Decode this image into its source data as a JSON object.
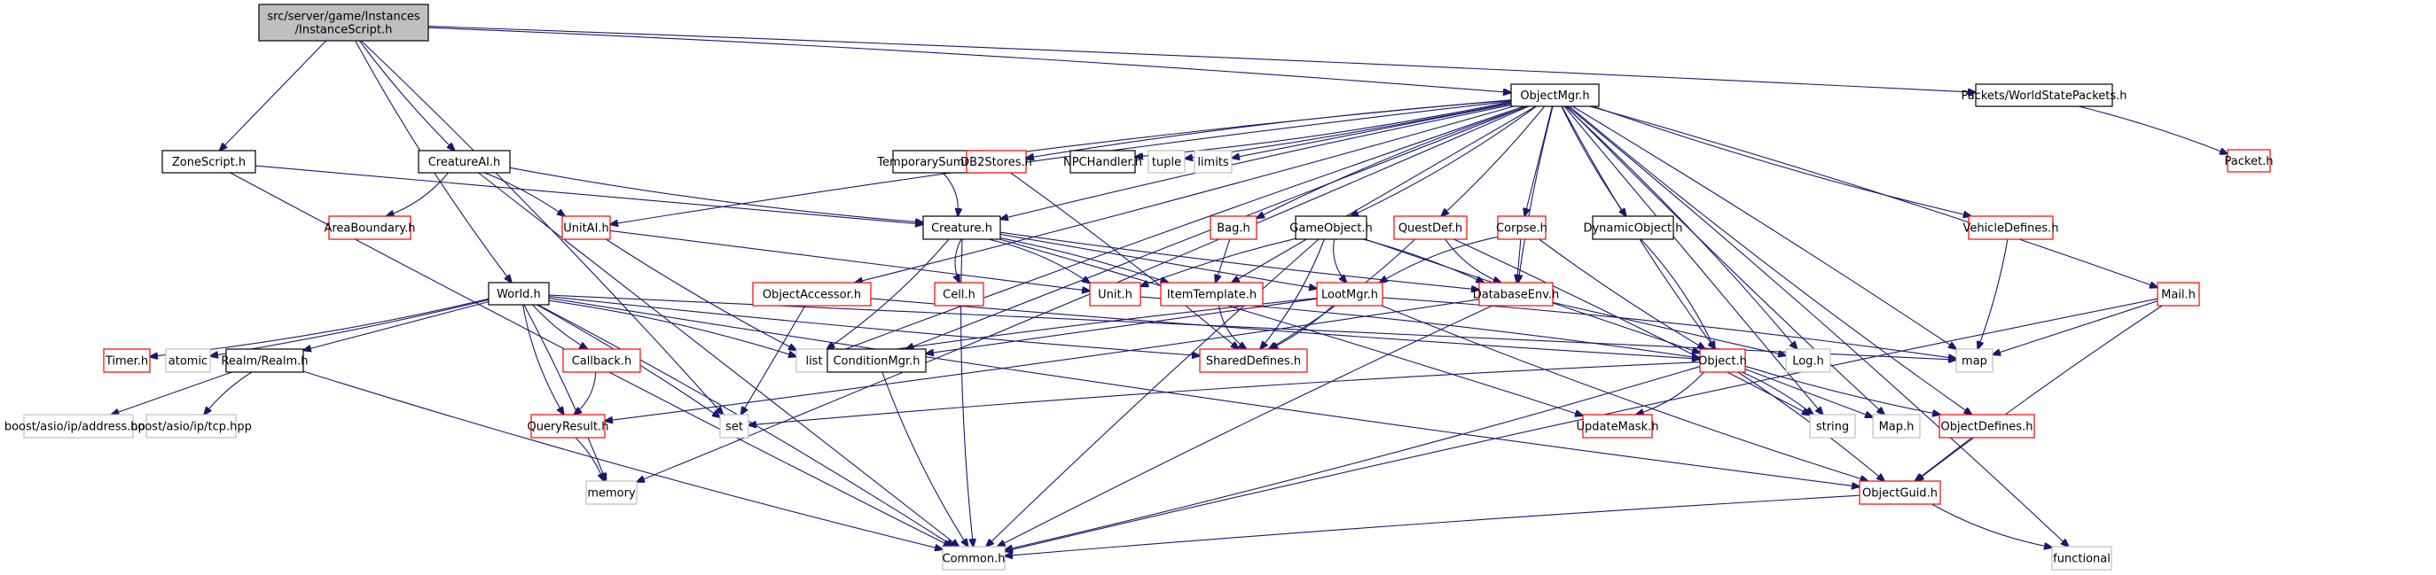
{
  "diagram": {
    "title": "Include dependency graph for InstanceScript.h",
    "colors": {
      "edge": "#191970",
      "root_fill": "#bfbfbf",
      "documented_border": "#000000",
      "undocumented_border": "#ff0000",
      "external_border": "#bfbfbf"
    },
    "nodes": [
      {
        "id": "root",
        "label": [
          "src/server/game/Instances",
          "/InstanceScript.h"
        ],
        "kind": "root"
      },
      {
        "id": "ObjectMgr",
        "label": [
          "ObjectMgr.h"
        ],
        "kind": "black"
      },
      {
        "id": "Packets",
        "label": [
          "Packets/WorldStatePackets.h"
        ],
        "kind": "black"
      },
      {
        "id": "Packet",
        "label": [
          "Packet.h"
        ],
        "kind": "red"
      },
      {
        "id": "ZoneScript",
        "label": [
          "ZoneScript.h"
        ],
        "kind": "black"
      },
      {
        "id": "CreatureAI",
        "label": [
          "CreatureAI.h"
        ],
        "kind": "black"
      },
      {
        "id": "TemporarySummon",
        "label": [
          "TemporarySummon.h"
        ],
        "kind": "black"
      },
      {
        "id": "DB2Stores",
        "label": [
          "DB2Stores.h"
        ],
        "kind": "red"
      },
      {
        "id": "NPCHandler",
        "label": [
          "NPCHandler.h"
        ],
        "kind": "black"
      },
      {
        "id": "tuple",
        "label": [
          "tuple"
        ],
        "kind": "grey"
      },
      {
        "id": "limits",
        "label": [
          "limits"
        ],
        "kind": "grey"
      },
      {
        "id": "AreaBoundary",
        "label": [
          "AreaBoundary.h"
        ],
        "kind": "red"
      },
      {
        "id": "UnitAI",
        "label": [
          "UnitAI.h"
        ],
        "kind": "red"
      },
      {
        "id": "Creature",
        "label": [
          "Creature.h"
        ],
        "kind": "black"
      },
      {
        "id": "Bag",
        "label": [
          "Bag.h"
        ],
        "kind": "red"
      },
      {
        "id": "GameObject",
        "label": [
          "GameObject.h"
        ],
        "kind": "black"
      },
      {
        "id": "QuestDef",
        "label": [
          "QuestDef.h"
        ],
        "kind": "red"
      },
      {
        "id": "Corpse",
        "label": [
          "Corpse.h"
        ],
        "kind": "red"
      },
      {
        "id": "DynamicObject",
        "label": [
          "DynamicObject.h"
        ],
        "kind": "black"
      },
      {
        "id": "VehicleDefines",
        "label": [
          "VehicleDefines.h"
        ],
        "kind": "red"
      },
      {
        "id": "Mail",
        "label": [
          "Mail.h"
        ],
        "kind": "red"
      },
      {
        "id": "World",
        "label": [
          "World.h"
        ],
        "kind": "black"
      },
      {
        "id": "ObjectAccessor",
        "label": [
          "ObjectAccessor.h"
        ],
        "kind": "red"
      },
      {
        "id": "Cell",
        "label": [
          "Cell.h"
        ],
        "kind": "red"
      },
      {
        "id": "Unit",
        "label": [
          "Unit.h"
        ],
        "kind": "red"
      },
      {
        "id": "ItemTemplate",
        "label": [
          "ItemTemplate.h"
        ],
        "kind": "red"
      },
      {
        "id": "LootMgr",
        "label": [
          "LootMgr.h"
        ],
        "kind": "red"
      },
      {
        "id": "DatabaseEnv",
        "label": [
          "DatabaseEnv.h"
        ],
        "kind": "red"
      },
      {
        "id": "Timer",
        "label": [
          "Timer.h"
        ],
        "kind": "red"
      },
      {
        "id": "atomic",
        "label": [
          "atomic"
        ],
        "kind": "grey"
      },
      {
        "id": "Realm",
        "label": [
          "Realm/Realm.h"
        ],
        "kind": "black"
      },
      {
        "id": "Callback",
        "label": [
          "Callback.h"
        ],
        "kind": "red"
      },
      {
        "id": "list",
        "label": [
          "list"
        ],
        "kind": "grey"
      },
      {
        "id": "ConditionMgr",
        "label": [
          "ConditionMgr.h"
        ],
        "kind": "black"
      },
      {
        "id": "SharedDefines",
        "label": [
          "SharedDefines.h"
        ],
        "kind": "red"
      },
      {
        "id": "Object",
        "label": [
          "Object.h"
        ],
        "kind": "red"
      },
      {
        "id": "Log",
        "label": [
          "Log.h"
        ],
        "kind": "grey"
      },
      {
        "id": "map",
        "label": [
          "map"
        ],
        "kind": "grey"
      },
      {
        "id": "boost_address",
        "label": [
          "boost/asio/ip/address.hpp"
        ],
        "kind": "grey"
      },
      {
        "id": "boost_tcp",
        "label": [
          "boost/asio/ip/tcp.hpp"
        ],
        "kind": "grey"
      },
      {
        "id": "QueryResult",
        "label": [
          "QueryResult.h"
        ],
        "kind": "red"
      },
      {
        "id": "set",
        "label": [
          "set"
        ],
        "kind": "grey"
      },
      {
        "id": "UpdateMask",
        "label": [
          "UpdateMask.h"
        ],
        "kind": "red"
      },
      {
        "id": "string",
        "label": [
          "string"
        ],
        "kind": "grey"
      },
      {
        "id": "MapH",
        "label": [
          "Map.h"
        ],
        "kind": "grey"
      },
      {
        "id": "ObjectDefines",
        "label": [
          "ObjectDefines.h"
        ],
        "kind": "red"
      },
      {
        "id": "memory",
        "label": [
          "memory"
        ],
        "kind": "grey"
      },
      {
        "id": "ObjectGuid",
        "label": [
          "ObjectGuid.h"
        ],
        "kind": "red"
      },
      {
        "id": "Common",
        "label": [
          "Common.h"
        ],
        "kind": "grey"
      },
      {
        "id": "functional",
        "label": [
          "functional"
        ],
        "kind": "grey"
      }
    ],
    "edges": [
      [
        "root",
        "ObjectMgr"
      ],
      [
        "root",
        "Packets"
      ],
      [
        "root",
        "ZoneScript"
      ],
      [
        "root",
        "CreatureAI"
      ],
      [
        "root",
        "World"
      ],
      [
        "root",
        "set"
      ],
      [
        "Packets",
        "Packet"
      ],
      [
        "ZoneScript",
        "Creature"
      ],
      [
        "ZoneScript",
        "Common"
      ],
      [
        "CreatureAI",
        "Creature"
      ],
      [
        "CreatureAI",
        "AreaBoundary"
      ],
      [
        "CreatureAI",
        "UnitAI"
      ],
      [
        "CreatureAI",
        "Common"
      ],
      [
        "ObjectMgr",
        "TemporarySummon"
      ],
      [
        "ObjectMgr",
        "DB2Stores"
      ],
      [
        "ObjectMgr",
        "NPCHandler"
      ],
      [
        "ObjectMgr",
        "tuple"
      ],
      [
        "ObjectMgr",
        "limits"
      ],
      [
        "ObjectMgr",
        "Creature"
      ],
      [
        "ObjectMgr",
        "Bag"
      ],
      [
        "ObjectMgr",
        "GameObject"
      ],
      [
        "ObjectMgr",
        "QuestDef"
      ],
      [
        "ObjectMgr",
        "Corpse"
      ],
      [
        "ObjectMgr",
        "DynamicObject"
      ],
      [
        "ObjectMgr",
        "VehicleDefines"
      ],
      [
        "ObjectMgr",
        "Mail"
      ],
      [
        "ObjectMgr",
        "ObjectAccessor"
      ],
      [
        "ObjectMgr",
        "ItemTemplate"
      ],
      [
        "ObjectMgr",
        "DatabaseEnv"
      ],
      [
        "ObjectMgr",
        "Object"
      ],
      [
        "ObjectMgr",
        "Log"
      ],
      [
        "ObjectMgr",
        "map"
      ],
      [
        "ObjectMgr",
        "string"
      ],
      [
        "ObjectMgr",
        "MapH"
      ],
      [
        "ObjectMgr",
        "ObjectDefines"
      ],
      [
        "ObjectMgr",
        "functional"
      ],
      [
        "ObjectMgr",
        "memory"
      ],
      [
        "ObjectMgr",
        "ConditionMgr"
      ],
      [
        "ObjectMgr",
        "list"
      ],
      [
        "ObjectMgr",
        "UnitAI"
      ],
      [
        "TemporarySummon",
        "Creature"
      ],
      [
        "DB2Stores",
        "SharedDefines"
      ],
      [
        "UnitAI",
        "Unit"
      ],
      [
        "UnitAI",
        "list"
      ],
      [
        "Creature",
        "Cell"
      ],
      [
        "Creature",
        "Unit"
      ],
      [
        "Creature",
        "ItemTemplate"
      ],
      [
        "Creature",
        "LootMgr"
      ],
      [
        "Creature",
        "DatabaseEnv"
      ],
      [
        "Creature",
        "Common"
      ],
      [
        "Creature",
        "list"
      ],
      [
        "Creature",
        "UpdateMask"
      ],
      [
        "Bag",
        "ItemTemplate"
      ],
      [
        "GameObject",
        "Unit"
      ],
      [
        "GameObject",
        "LootMgr"
      ],
      [
        "GameObject",
        "SharedDefines"
      ],
      [
        "GameObject",
        "DatabaseEnv"
      ],
      [
        "GameObject",
        "Object"
      ],
      [
        "GameObject",
        "Common"
      ],
      [
        "QuestDef",
        "DatabaseEnv"
      ],
      [
        "QuestDef",
        "SharedDefines"
      ],
      [
        "QuestDef",
        "string"
      ],
      [
        "Corpse",
        "DatabaseEnv"
      ],
      [
        "Corpse",
        "Object"
      ],
      [
        "Corpse",
        "LootMgr"
      ],
      [
        "DynamicObject",
        "Object"
      ],
      [
        "VehicleDefines",
        "map"
      ],
      [
        "Mail",
        "map"
      ],
      [
        "Mail",
        "ObjectGuid"
      ],
      [
        "Mail",
        "Common"
      ],
      [
        "World",
        "Timer"
      ],
      [
        "World",
        "atomic"
      ],
      [
        "World",
        "Realm"
      ],
      [
        "World",
        "Callback"
      ],
      [
        "World",
        "QueryResult"
      ],
      [
        "World",
        "list"
      ],
      [
        "World",
        "set"
      ],
      [
        "World",
        "map"
      ],
      [
        "World",
        "SharedDefines"
      ],
      [
        "World",
        "ObjectGuid"
      ],
      [
        "World",
        "Common"
      ],
      [
        "World",
        "memory"
      ],
      [
        "Realm",
        "boost_address"
      ],
      [
        "Realm",
        "boost_tcp"
      ],
      [
        "Realm",
        "Common"
      ],
      [
        "Callback",
        "QueryResult"
      ],
      [
        "QueryResult",
        "memory"
      ],
      [
        "ObjectAccessor",
        "set"
      ],
      [
        "ObjectAccessor",
        "Object"
      ],
      [
        "ItemTemplate",
        "SharedDefines"
      ],
      [
        "Unit",
        "Object"
      ],
      [
        "LootMgr",
        "SharedDefines"
      ],
      [
        "LootMgr",
        "ConditionMgr"
      ],
      [
        "LootMgr",
        "list"
      ],
      [
        "LootMgr",
        "ObjectGuid"
      ],
      [
        "LootMgr",
        "map"
      ],
      [
        "DatabaseEnv",
        "QueryResult"
      ],
      [
        "DatabaseEnv",
        "Log"
      ],
      [
        "DatabaseEnv",
        "Common"
      ],
      [
        "ConditionMgr",
        "Common"
      ],
      [
        "Object",
        "UpdateMask"
      ],
      [
        "Object",
        "string"
      ],
      [
        "Object",
        "MapH"
      ],
      [
        "Object",
        "ObjectDefines"
      ],
      [
        "Object",
        "set"
      ],
      [
        "Object",
        "Common"
      ],
      [
        "Object",
        "ObjectGuid"
      ],
      [
        "ObjectDefines",
        "ObjectGuid"
      ],
      [
        "ObjectGuid",
        "Common"
      ],
      [
        "ObjectGuid",
        "functional"
      ]
    ]
  }
}
